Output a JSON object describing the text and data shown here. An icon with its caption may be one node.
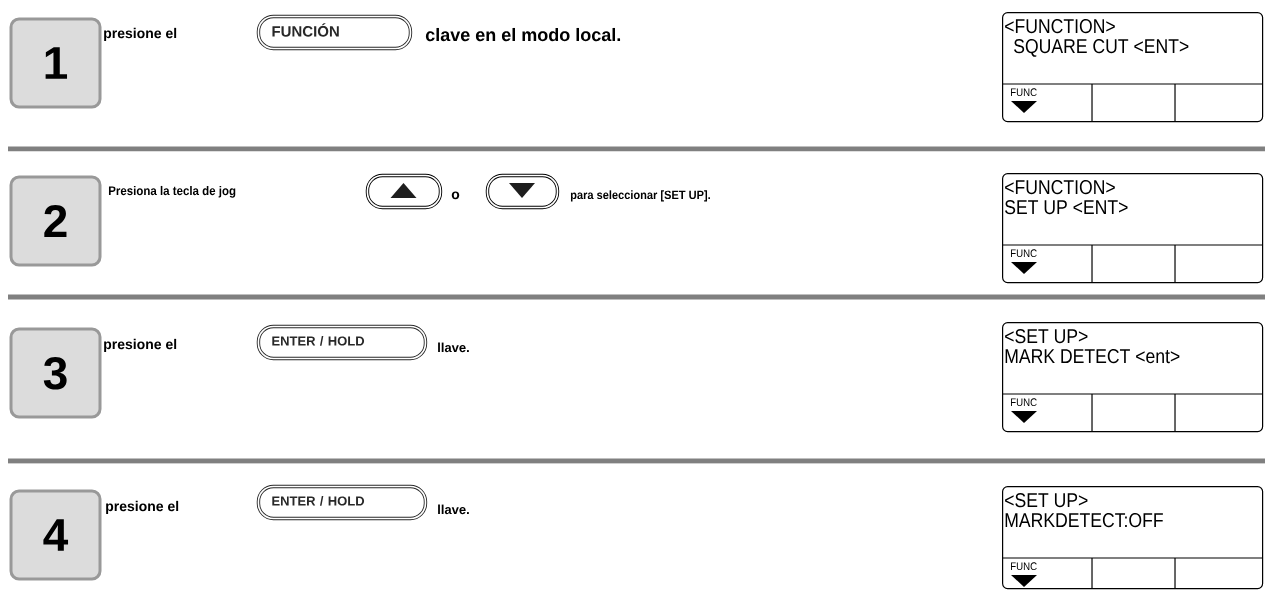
{
  "diagram": {
    "nodes": [
      {
        "text": [
          "1"
        ]
      },
      {
        "text": [
          "FUNCIÓN"
        ]
      },
      {
        "text": [
          "<FUNCTION>",
          "SQUARE CUT <ENT>",
          "FUNC"
        ]
      },
      {
        "text": [
          "2"
        ]
      },
      {
        "text": [],
        "shape": "button"
      },
      {
        "text": [],
        "shape": "button"
      },
      {
        "text": [
          "<FUNCTION>",
          "SET UP <ENT>",
          "FUNC"
        ]
      },
      {
        "text": [
          "3"
        ]
      },
      {
        "text": [
          "ENTER / HOLD"
        ]
      },
      {
        "text": [
          "<SET UP>",
          "MARK DETECT <ent>",
          "FUNC"
        ]
      },
      {
        "text": [
          "4"
        ]
      },
      {
        "text": [
          "ENTER / HOLD"
        ]
      },
      {
        "text": [
          "<SET UP>",
          "MARKDETECT:OFF",
          "FUNC"
        ]
      }
    ],
    "labels": [
      "presione el",
      "clave en el modo local.",
      "Presiona la tecla de jog",
      "o",
      "para seleccionar [SET UP].",
      "presione el",
      "llave.",
      "presione el",
      "llave."
    ]
  }
}
